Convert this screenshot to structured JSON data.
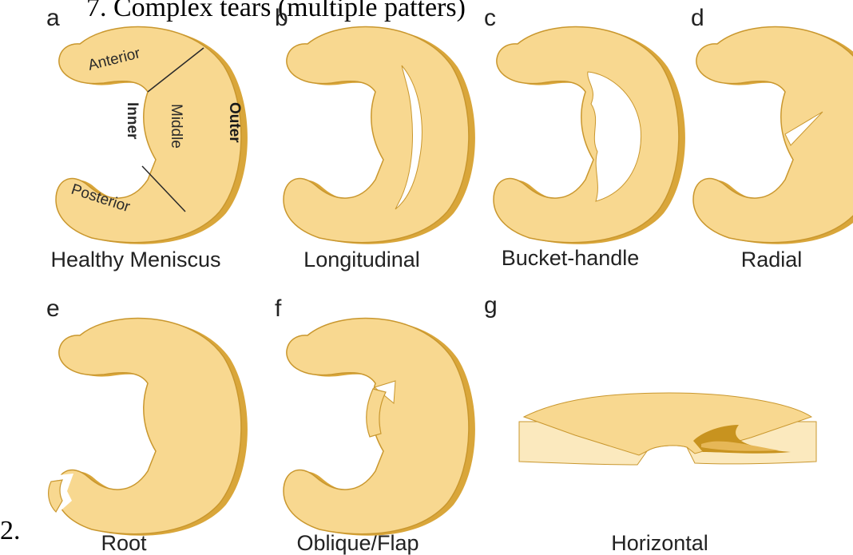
{
  "header": {
    "text": "7. Complex tears (multiple patters)"
  },
  "list_number": "2.",
  "panels": [
    {
      "letter": "a",
      "caption": "Healthy Meniscus"
    },
    {
      "letter": "b",
      "caption": "Longitudinal"
    },
    {
      "letter": "c",
      "caption": "Bucket-handle"
    },
    {
      "letter": "d",
      "caption": "Radial"
    },
    {
      "letter": "e",
      "caption": "Root"
    },
    {
      "letter": "f",
      "caption": "Oblique/Flap"
    },
    {
      "letter": "g",
      "caption": "Horizontal"
    }
  ],
  "regions": {
    "anterior": "Anterior",
    "middle": "Middle",
    "posterior": "Posterior",
    "inner": "Inner",
    "outer": "Outer"
  },
  "colors": {
    "meniscus_fill": "#F8D890",
    "meniscus_edge": "#D9A63A",
    "meniscus_stroke": "#C9972E",
    "horizontal_light": "#FBE9BE",
    "tear_dark": "#C8931F"
  }
}
